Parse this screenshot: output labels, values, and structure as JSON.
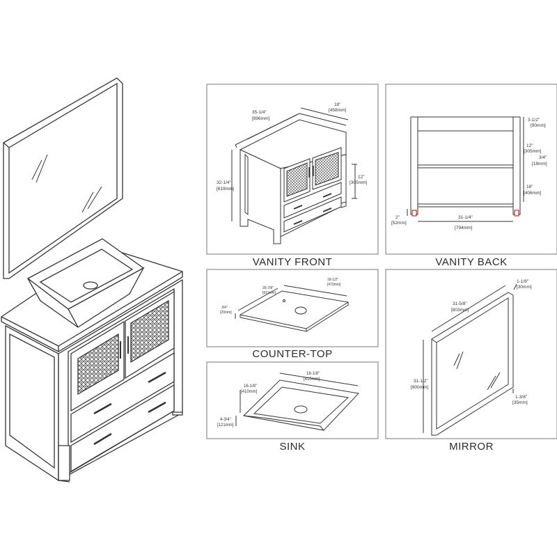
{
  "colors": {
    "ink": "#333333",
    "frame": "#777777",
    "pattern": "#555555",
    "background": "#ffffff"
  },
  "panels": {
    "vanity_front": {
      "title": "VANITY FRONT",
      "dims": {
        "width": [
          "35-1/4\"",
          "[896mm]"
        ],
        "depth": [
          "18\"",
          "[458mm]"
        ],
        "height": [
          "32-1/4\"",
          "[819mm]"
        ],
        "drawer": [
          "12\"",
          "[305mm]"
        ]
      }
    },
    "vanity_back": {
      "title": "VANITY BACK",
      "dims": {
        "top": [
          "3-1/2\"",
          "[90mm]"
        ],
        "gap": [
          "12\"",
          "[305mm]"
        ],
        "shelf": [
          "3/4\"",
          "[18mm]"
        ],
        "bottom": [
          "16\"",
          "[406mm]"
        ],
        "foot": [
          "2\"",
          "[52mm]"
        ],
        "inner": [
          "31-1/4\"",
          "[794mm]"
        ]
      }
    },
    "counter_top": {
      "title": "COUNTER-TOP",
      "dims": {
        "length": [
          "35-7/8\"",
          "[911mm]"
        ],
        "depth": [
          "18-1/2\"",
          "[470mm]"
        ],
        "thick": [
          "3/4\"",
          "[20mm]"
        ]
      }
    },
    "mirror": {
      "title": "MIRROR",
      "dims": {
        "depth": [
          "1-1/8\"",
          "[30mm]"
        ],
        "width": [
          "31-5/8\"",
          "[803mm]"
        ],
        "height": [
          "31-1/2\"",
          "[800mm]"
        ],
        "frame": [
          "1-3/8\"",
          "[35mm]"
        ]
      }
    },
    "sink": {
      "title": "SINK",
      "dims": {
        "width": [
          "16-1/8\"",
          "[410mm]"
        ],
        "depth": [
          "16-1/8\"",
          "[410mm]"
        ],
        "height": [
          "4-3/4\"",
          "[121mm]"
        ]
      }
    }
  }
}
